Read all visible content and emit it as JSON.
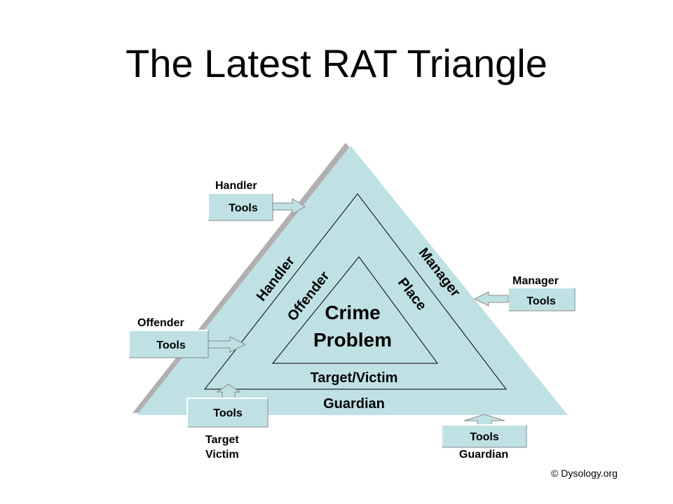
{
  "title": "The Latest RAT Triangle",
  "colors": {
    "fill": "#BFE1E4",
    "shadow": "#B0B0B0",
    "line": "#000000"
  },
  "sides": {
    "outer_left": "Handler",
    "outer_right": "Manager",
    "outer_bottom": "Guardian",
    "inner_left": "Offender",
    "inner_right": "Place",
    "inner_bottom": "Target/Victim"
  },
  "center": {
    "line1": "Crime",
    "line2": "Problem"
  },
  "tool_boxes": {
    "handler": {
      "label": "Handler",
      "tools": "Tools"
    },
    "manager": {
      "label": "Manager",
      "tools": "Tools"
    },
    "offender": {
      "label": "Offender",
      "tools": "Tools"
    },
    "target": {
      "tools": "Tools",
      "label_line1": "Target",
      "label_line2": "Victim"
    },
    "guardian": {
      "tools": "Tools",
      "label": "Guardian"
    }
  },
  "copyright": "© Dysology.org"
}
